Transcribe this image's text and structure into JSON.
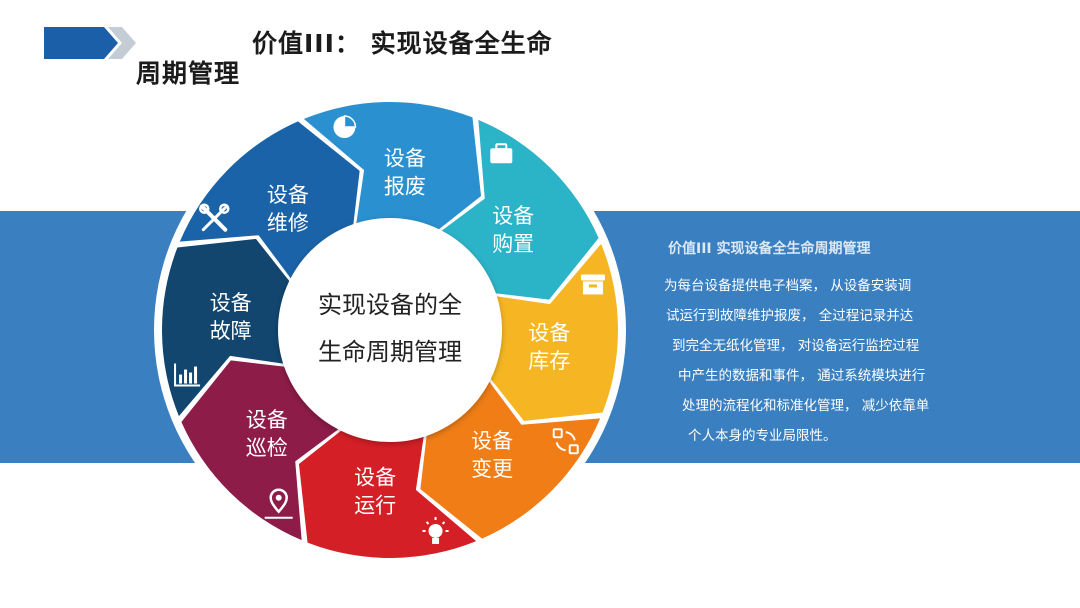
{
  "header": {
    "title_line1": "价值III：  实现设备全生命",
    "title_line2": "周期管理"
  },
  "center": {
    "line1": "实现设备的全",
    "line2": "生命周期管理"
  },
  "segments": [
    {
      "id": "purchase",
      "line1": "设备",
      "line2": "购置",
      "color": "#2bb3c8",
      "icon": "briefcase-icon"
    },
    {
      "id": "inventory",
      "line1": "设备",
      "line2": "库存",
      "color": "#f6b623",
      "icon": "archive-box-icon"
    },
    {
      "id": "change",
      "line1": "设备",
      "line2": "变更",
      "color": "#f07d16",
      "icon": "cycle-arrows-icon"
    },
    {
      "id": "operation",
      "line1": "设备",
      "line2": "运行",
      "color": "#d41f26",
      "icon": "lightbulb-icon"
    },
    {
      "id": "inspection",
      "line1": "设备",
      "line2": "巡检",
      "color": "#8d1c48",
      "icon": "map-pin-icon"
    },
    {
      "id": "fault",
      "line1": "设备",
      "line2": "故障",
      "color": "#12466f",
      "icon": "bar-chart-icon"
    },
    {
      "id": "repair",
      "line1": "设备",
      "line2": "维修",
      "color": "#1a63a8",
      "icon": "tools-icon"
    },
    {
      "id": "scrap",
      "line1": "设备",
      "line2": "报废",
      "color": "#2a90d0",
      "icon": "pie-chart-icon"
    }
  ],
  "side": {
    "title": "价值III    实现设备全生命周期管理",
    "lines": [
      "为每台设备提供电子档案， 从设备安装调",
      "试运行到故障维护报废， 全过程记录并达",
      "到完全无纸化管理， 对设备运行监控过程",
      "中产生的数据和事件， 通过系统模块进行",
      "处理的流程化和标准化管理， 减少依靠单",
      "个人本身的专业局限性。"
    ]
  },
  "colors": {
    "band": "#3a7fc0",
    "accent_dark": "#1a5fa8",
    "accent_light": "#c4ccd6"
  }
}
